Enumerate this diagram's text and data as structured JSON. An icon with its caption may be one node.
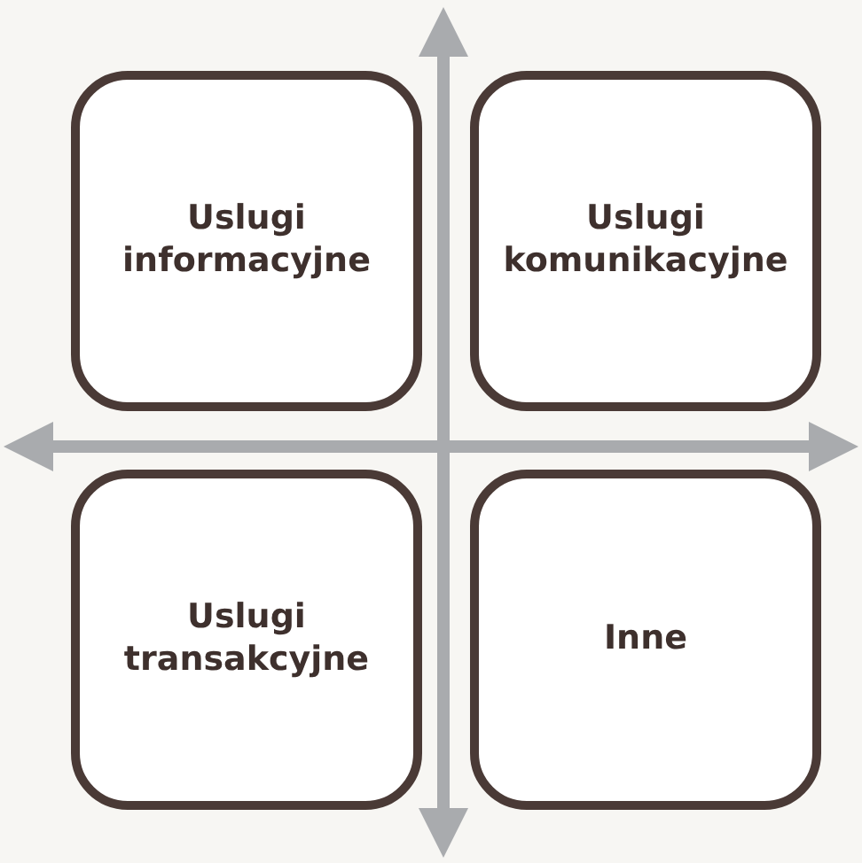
{
  "diagram": {
    "nodes": [
      {
        "text": [
          "Uslugi informacyjne"
        ]
      },
      {
        "text": [
          "Uslugi komunikacyjne"
        ]
      },
      {
        "text": [
          "Uslugi transakcyjne"
        ]
      },
      {
        "text": [
          "Inne"
        ]
      }
    ],
    "edges": []
  }
}
